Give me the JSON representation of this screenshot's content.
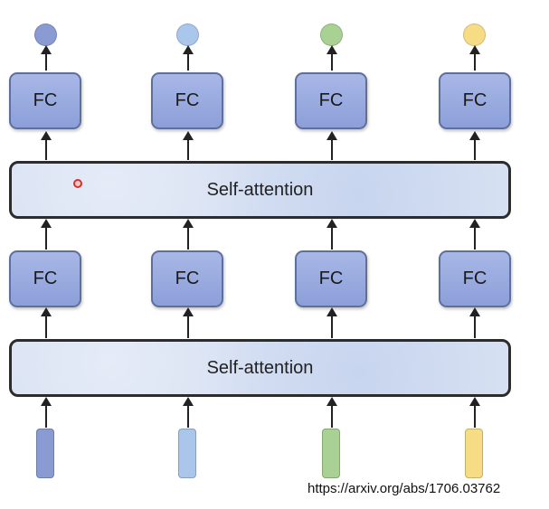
{
  "labels": {
    "fc": "FC",
    "self_attention": "Self-attention",
    "url": "https://arxiv.org/abs/1706.03762"
  },
  "colors": {
    "fc_fill": "#9aaae0",
    "self_attention_fill": "#d7e1f3",
    "arrow": "#222222",
    "pointer": "#d83030",
    "inputs": [
      "#8a9bd3",
      "#aac6ea",
      "#a8d193",
      "#f7dc86"
    ],
    "outputs": [
      "#8a9bd3",
      "#aac6ea",
      "#a8d193",
      "#f7dc86"
    ]
  },
  "icons": {
    "pointer": "laser-pointer-dot"
  }
}
